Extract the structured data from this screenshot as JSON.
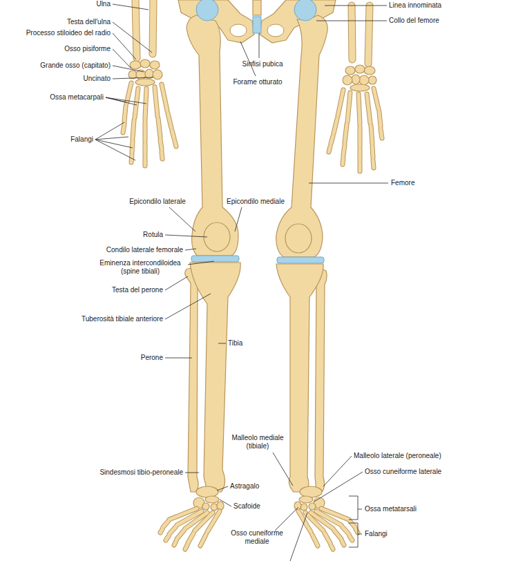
{
  "diagram": {
    "labels": [
      "Ulna",
      "Testa dell'ulna",
      "Processo stiloideo del radio",
      "Osso pisiforme",
      "Grande osso (capitato)",
      "Uncinato",
      "Ossa metacarpali",
      "Falangi",
      "Linea innominata",
      "Collo del femore",
      "Sinfisi pubica",
      "Forame otturato",
      "Femore",
      "Epicondilo laterale",
      "Epicondilo mediale",
      "Rotula",
      "Condilo laterale femorale",
      "Eminenza intercondiloidea (spine tibiali)",
      "Testa del perone",
      "Tuberosità tibiale anteriore",
      "Tibia",
      "Perone",
      "Malleolo mediale (tibiale)",
      "Malleolo laterale (peroneale)",
      "Osso cuneiforme laterale",
      "Ossa metatarsali",
      "Falangi",
      "Sindesmosi tibio-peroneale",
      "Astragalo",
      "Scafoide",
      "Osso cuneiforme mediale"
    ]
  }
}
